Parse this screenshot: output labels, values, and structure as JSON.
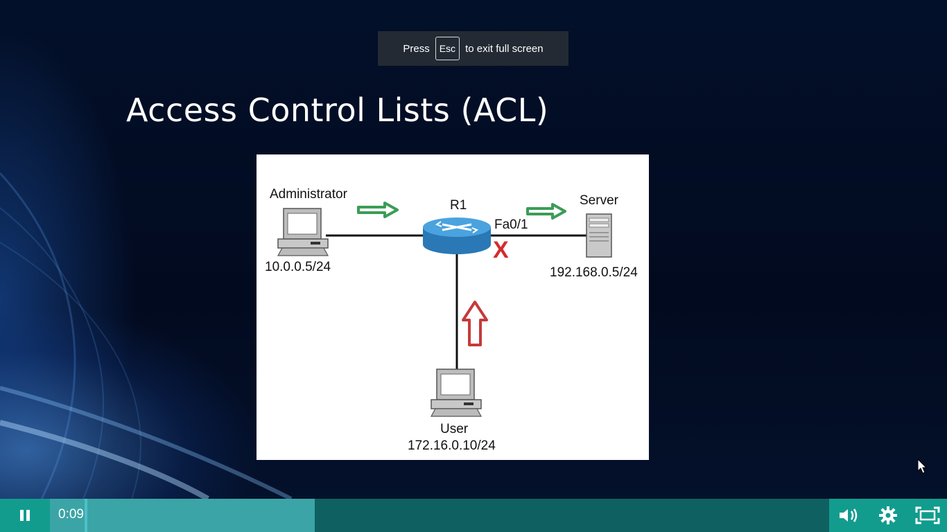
{
  "fullscreen_notice": {
    "press": "Press",
    "key": "Esc",
    "suffix": "to exit full screen"
  },
  "slide": {
    "title": "Access Control Lists (ACL)",
    "diagram": {
      "admin_label": "Administrator",
      "admin_ip": "10.0.0.5/24",
      "router_label": "R1",
      "interface_label": "Fa0/1",
      "server_label": "Server",
      "server_ip": "192.168.0.5/24",
      "user_label": "User",
      "user_ip": "172.16.0.10/24",
      "block_mark": "X"
    }
  },
  "player": {
    "current_time": "0:09",
    "progress_fraction": 0.34,
    "icons": {
      "play_pause": "pause-icon",
      "volume": "volume-icon",
      "settings": "gear-icon",
      "fullscreen": "exit-fullscreen-icon"
    },
    "colors": {
      "bar_background": "#0d5d5d",
      "button_background": "#129c8e",
      "progress_fill": "#3ba4a6"
    }
  }
}
